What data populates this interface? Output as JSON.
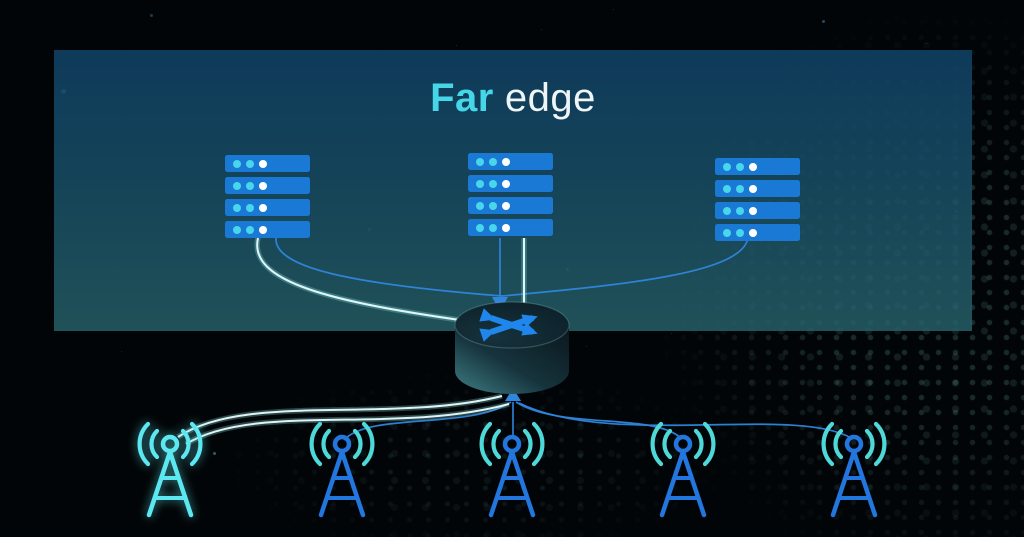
{
  "title": {
    "highlight": "Far",
    "rest": "edge"
  },
  "diagram": {
    "zone_label": "Far edge",
    "nodes": [
      {
        "id": "server-rack-1",
        "icon": "server-rack-icon",
        "zone": "far-edge"
      },
      {
        "id": "server-rack-2",
        "icon": "server-rack-icon",
        "zone": "far-edge"
      },
      {
        "id": "server-rack-3",
        "icon": "server-rack-icon",
        "zone": "far-edge"
      },
      {
        "id": "switch",
        "icon": "switch-crossed-arrows-icon",
        "zone": "aggregation"
      },
      {
        "id": "radio-tower-1",
        "icon": "radio-tower-icon",
        "highlighted": true
      },
      {
        "id": "radio-tower-2",
        "icon": "radio-tower-icon",
        "highlighted": false
      },
      {
        "id": "radio-tower-3",
        "icon": "radio-tower-icon",
        "highlighted": false
      },
      {
        "id": "radio-tower-4",
        "icon": "radio-tower-icon",
        "highlighted": false
      },
      {
        "id": "radio-tower-5",
        "icon": "radio-tower-icon",
        "highlighted": false
      }
    ],
    "links": [
      {
        "from": "server-rack-1",
        "to": "switch",
        "style": "highlighted"
      },
      {
        "from": "server-rack-1",
        "to": "switch",
        "style": "normal"
      },
      {
        "from": "server-rack-2",
        "to": "switch",
        "style": "normal"
      },
      {
        "from": "server-rack-2",
        "to": "switch",
        "style": "highlighted"
      },
      {
        "from": "server-rack-3",
        "to": "switch",
        "style": "normal"
      },
      {
        "from": "switch",
        "to": "radio-tower-1",
        "style": "highlighted"
      },
      {
        "from": "switch",
        "to": "radio-tower-2",
        "style": "normal"
      },
      {
        "from": "switch",
        "to": "radio-tower-3",
        "style": "normal"
      },
      {
        "from": "switch",
        "to": "radio-tower-4",
        "style": "normal"
      },
      {
        "from": "switch",
        "to": "radio-tower-5",
        "style": "normal"
      }
    ],
    "server_rack": {
      "units": 4,
      "dot_colors": [
        "#47d6ea",
        "#47d6ea",
        "#ffffff"
      ]
    },
    "colors": {
      "accent_cyan": "#45d7e8",
      "link_blue": "#2f86dc",
      "highlight_glow": "#e9fdff",
      "server_bar": "#1b79d6",
      "tower_blue": "#2276dd",
      "arc_teal": "#4fd8d8",
      "panel_top": "#104063",
      "panel_bottom": "#266068",
      "background": "#020507"
    }
  }
}
